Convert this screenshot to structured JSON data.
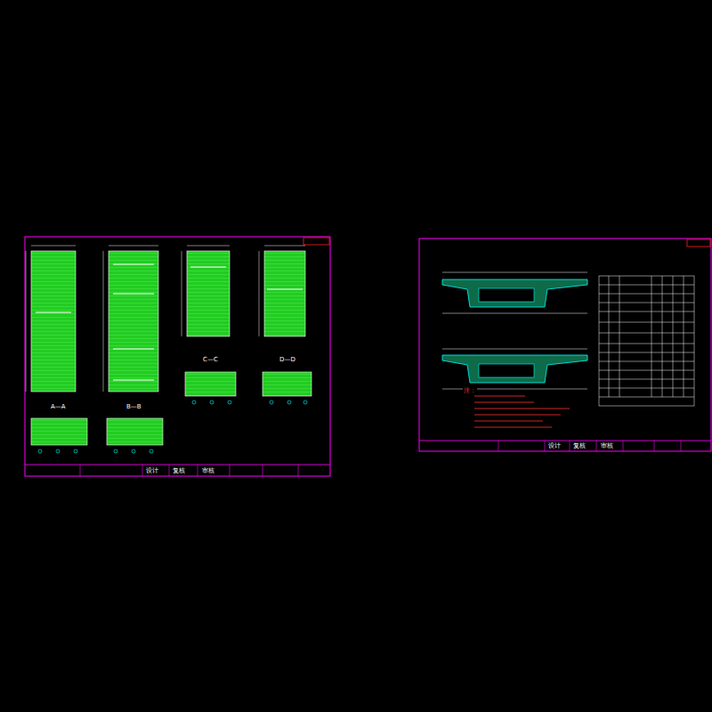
{
  "diagram": {
    "labels": [
      "A—A",
      "B—B",
      "C—C",
      "D—D",
      "设计",
      "复核",
      "审核",
      "设计",
      "复核",
      "审核",
      "注："
    ]
  }
}
